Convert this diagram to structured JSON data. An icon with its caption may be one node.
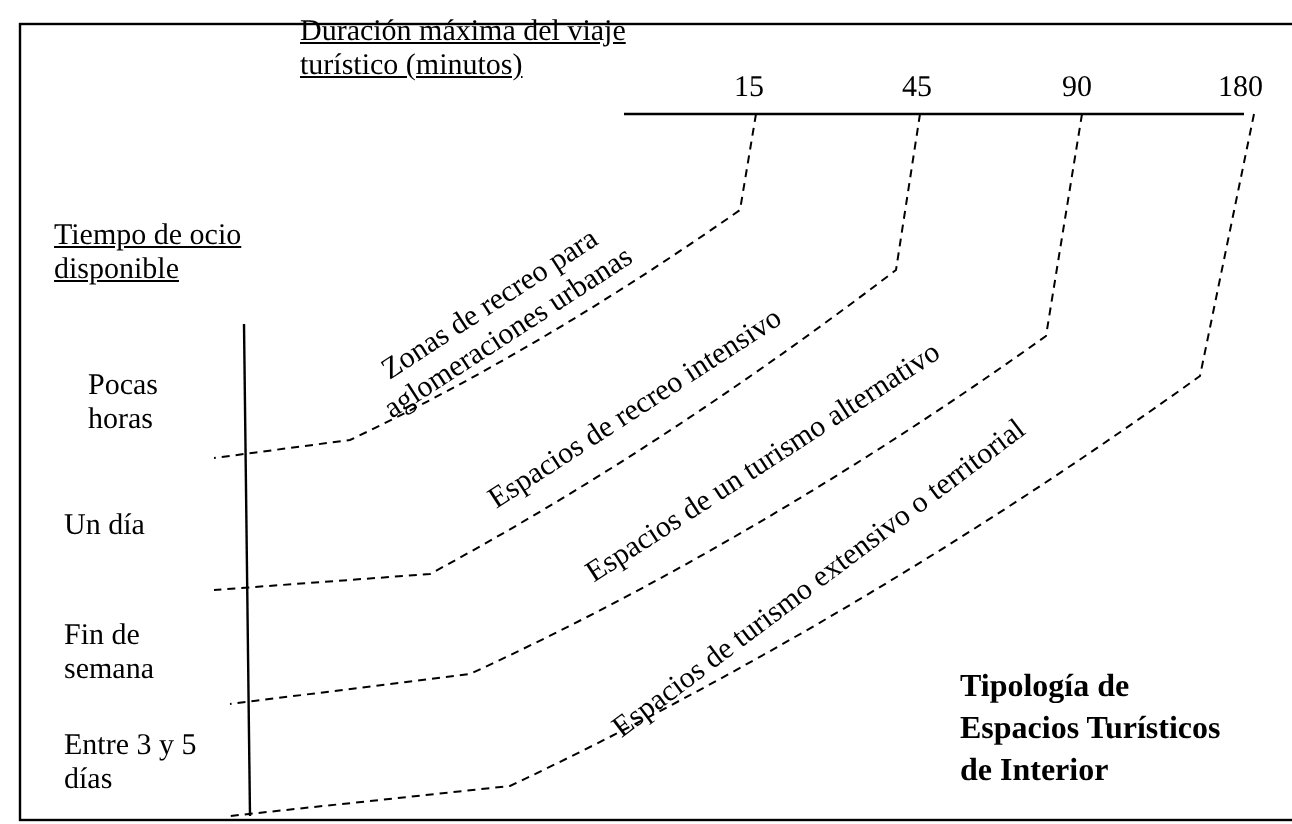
{
  "diagram": {
    "title": "Tipología de Espacios Turísticos de Interior",
    "labels": [
      "Duración máxima del viaje turístico (minutos)",
      "15",
      "45",
      "90",
      "180",
      "Tiempo de ocio disponible",
      "Pocas horas",
      "Un día",
      "Fin de semana",
      "Entre 3 y 5 días",
      "Zonas de recreo para aglomeraciones urbanas",
      "Espacios de recreo intensivo",
      "Espacios de un turismo alternativo",
      "Espacios de turismo extensivo o territorial"
    ]
  }
}
